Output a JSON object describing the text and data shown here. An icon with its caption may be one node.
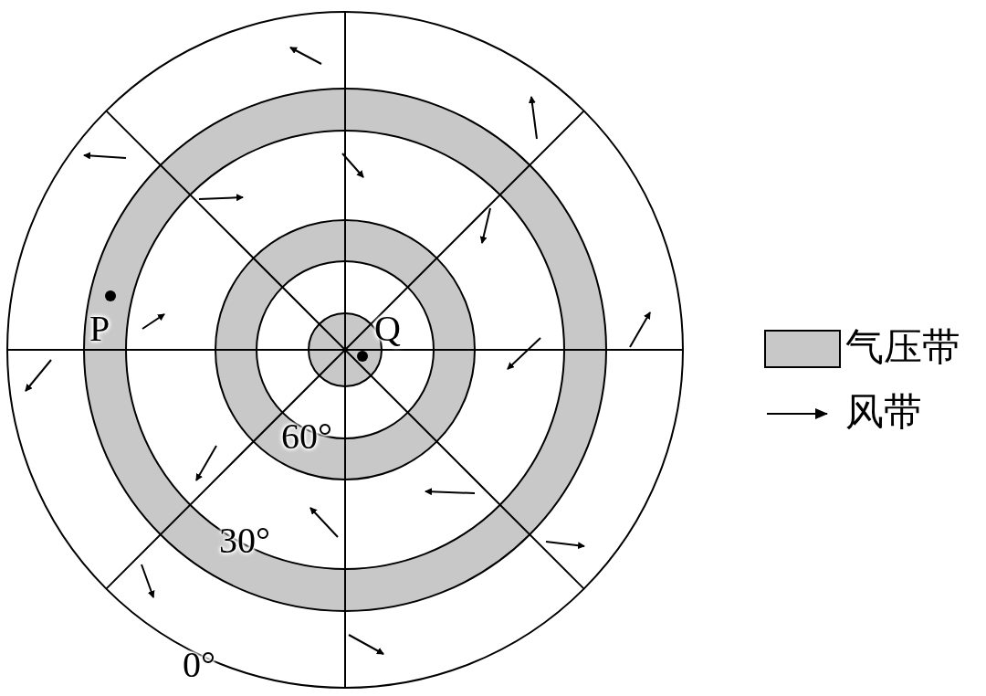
{
  "diagram": {
    "labels": [
      "P",
      "Q",
      "60°",
      "30°",
      "0°"
    ],
    "legend": [
      {
        "text": "气压带",
        "color": "#c8c8c8"
      },
      {
        "text": "风带"
      }
    ]
  }
}
